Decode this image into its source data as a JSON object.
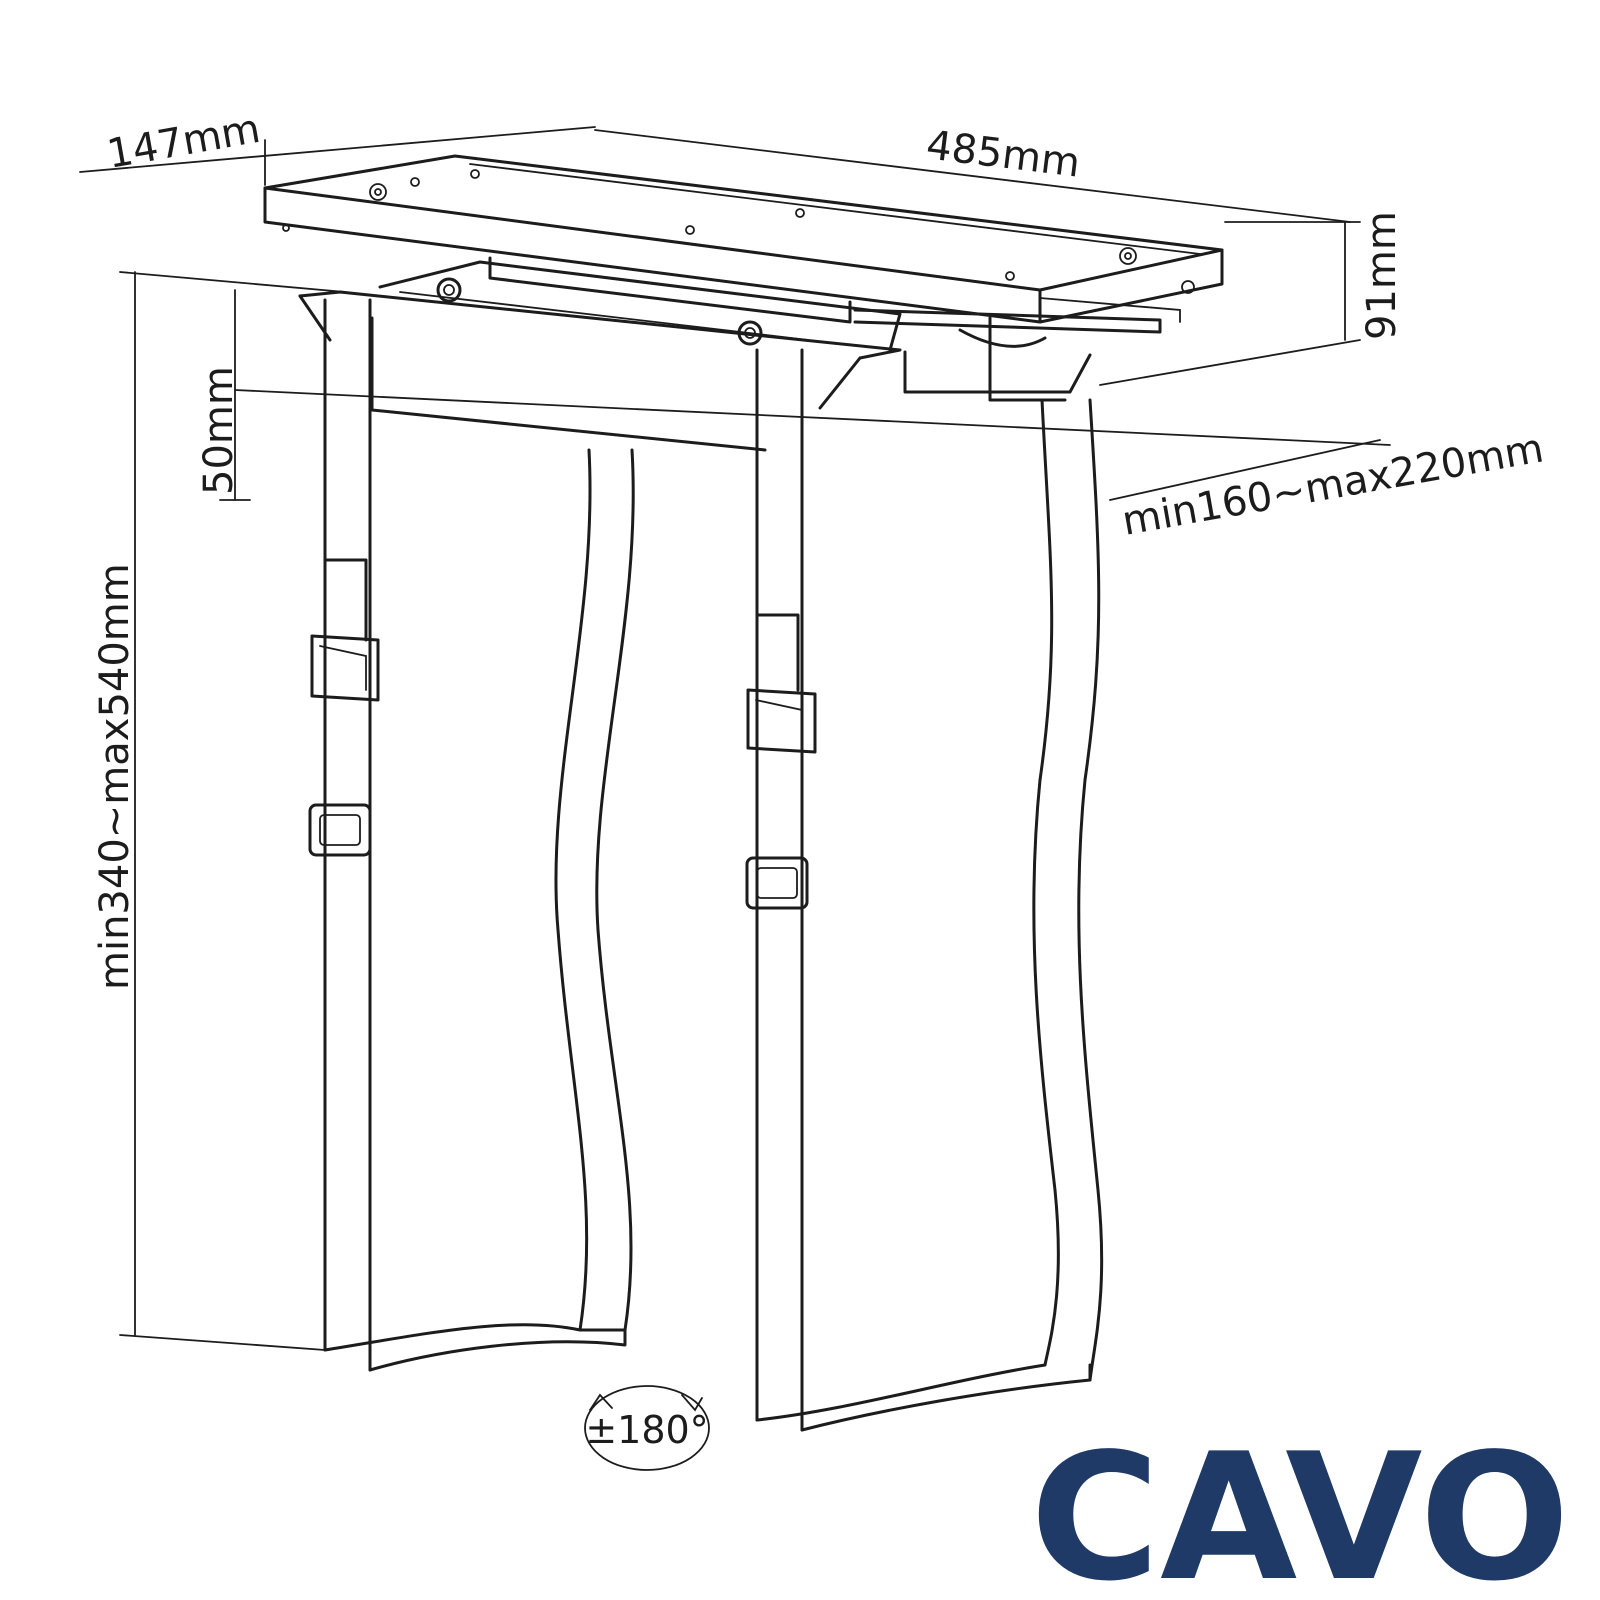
{
  "dimensions": {
    "depth": "147mm",
    "width": "485mm",
    "plate_height": "91mm",
    "offset": "50mm",
    "clamp_width_range": "min160~max220mm",
    "height_range": "min340~max540mm"
  },
  "rotation": {
    "label": "±180°"
  },
  "brand": {
    "name": "CAVO",
    "color": "#1f3a66"
  },
  "line_color": "#1c1c1c"
}
